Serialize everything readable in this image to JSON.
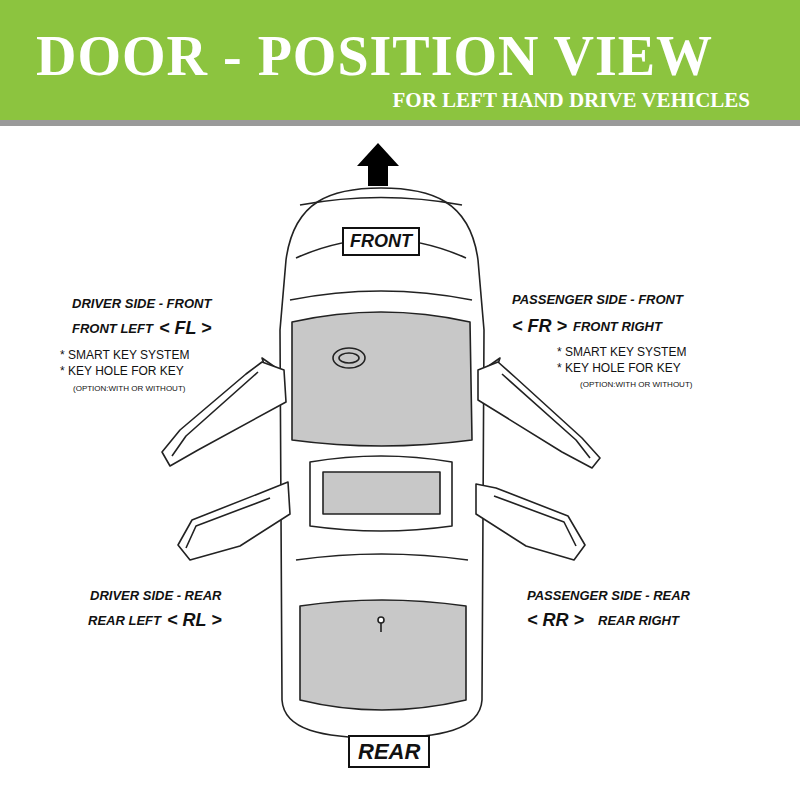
{
  "diagram": {
    "title": "DOOR - POSITION VIEW",
    "nodes": [
      {
        "text": [
          "FRONT"
        ]
      },
      {
        "text": [
          "REAR"
        ]
      }
    ],
    "labels": [
      "FOR LEFT HAND DRIVE VEHICLES",
      "DRIVER SIDE - FRONT",
      "FRONT LEFT",
      "< FL >",
      "* SMART KEY SYSTEM",
      "* KEY HOLE FOR KEY",
      "(OPTION:WITH OR WITHOUT)",
      "PASSENGER SIDE - FRONT",
      "< FR >",
      "FRONT RIGHT",
      "* SMART KEY SYSTEM",
      "* KEY HOLE FOR KEY",
      "(OPTION:WITH OR WITHOUT)",
      "DRIVER SIDE - REAR",
      "REAR LEFT",
      "< RL >",
      "PASSENGER SIDE - REAR",
      "< RR >",
      "REAR RIGHT"
    ]
  }
}
